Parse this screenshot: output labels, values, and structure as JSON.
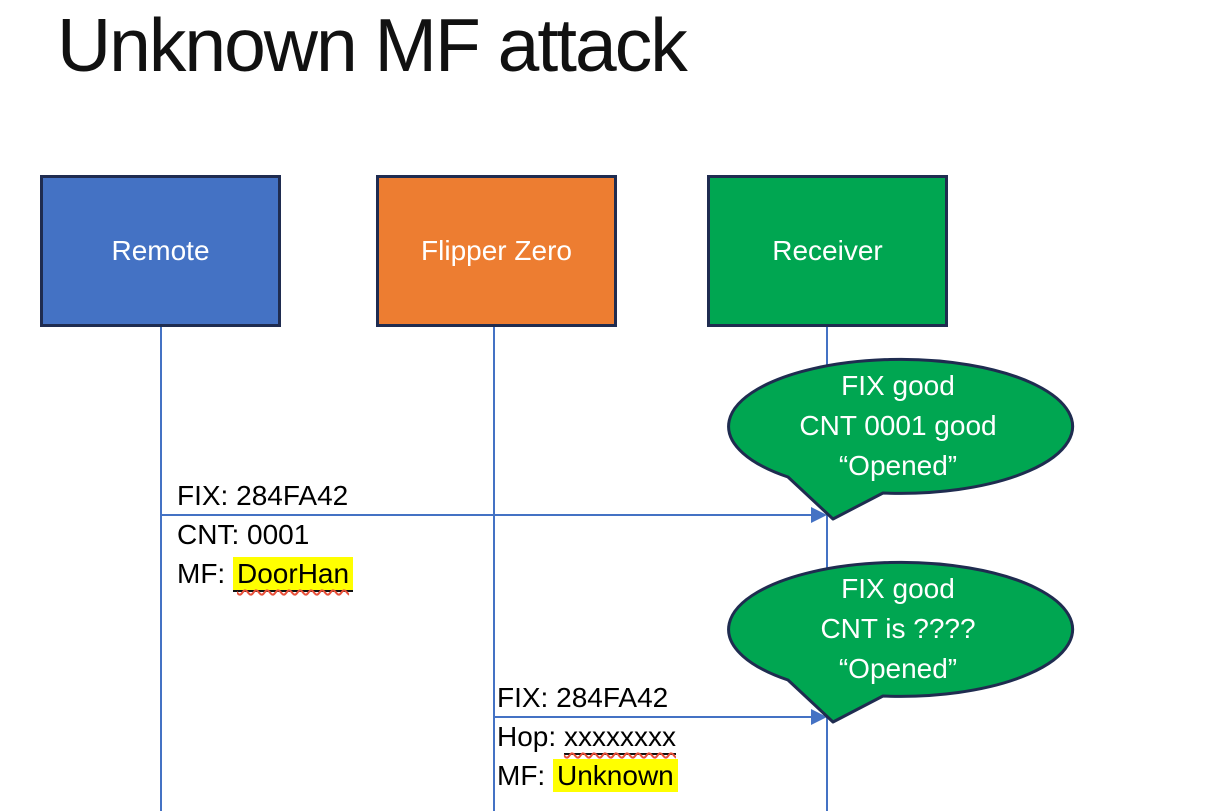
{
  "slide": {
    "title": "Unknown MF attack"
  },
  "actors": [
    {
      "label": "Remote",
      "fill": "#4472C4"
    },
    {
      "label": "Flipper Zero",
      "fill": "#ED7D31"
    },
    {
      "label": "Receiver",
      "fill": "#00A651"
    }
  ],
  "messages": [
    {
      "from": "Remote",
      "to": "Receiver",
      "above": "FIX: 284FA42",
      "rows": [
        {
          "text": "CNT: 0001"
        },
        {
          "prefix": "MF: ",
          "value": "DoorHan"
        }
      ]
    },
    {
      "from": "Flipper Zero",
      "to": "Receiver",
      "above": "FIX: 284FA42",
      "rows": [
        {
          "prefix": "Hop: ",
          "value": "xxxxxxxx"
        },
        {
          "prefix": "MF: ",
          "value": "Unknown"
        }
      ]
    }
  ],
  "callouts": [
    {
      "line1": "FIX good",
      "line2": "CNT 0001 good",
      "line3": "“Opened”"
    },
    {
      "line1": "FIX good",
      "line2": "CNT is ????",
      "line3": "“Opened”"
    }
  ],
  "colors": {
    "blue": "#4472C4",
    "orange": "#ED7D31",
    "green": "#00A651",
    "border": "#1F2C50",
    "line": "#4472C4",
    "highlight": "#FFFF00",
    "spell_underline": "#E8503A",
    "box_text": "#FFFFFF",
    "label_text": "#000000",
    "title_text": "#111111"
  }
}
